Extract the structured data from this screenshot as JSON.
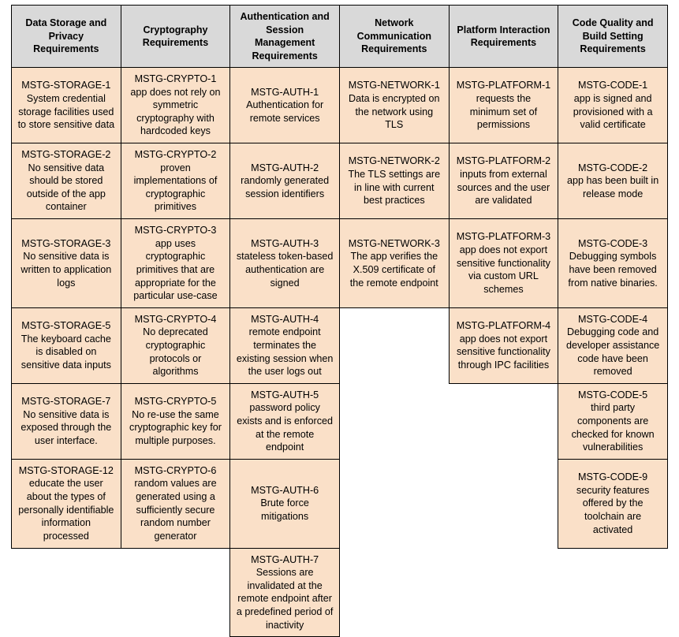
{
  "table": {
    "headers": [
      "Data Storage and Privacy Requirements",
      "Cryptography Requirements",
      "Authentication and Session Management Requirements",
      "Network Communication Requirements",
      "Platform Interaction Requirements",
      "Code Quality and Build Setting Requirements"
    ],
    "colors": {
      "header_background": "#d9d9d9",
      "cell_background": "#fae0c8",
      "border": "#000000",
      "text": "#000000",
      "page_background": "#ffffff"
    },
    "rows": [
      [
        {
          "id": "MSTG-STORAGE-1",
          "desc": "System credential storage facilities used to store sensitive data",
          "filled": true
        },
        {
          "id": "MSTG-CRYPTO-1",
          "desc": "app does not rely on symmetric cryptography with hardcoded keys",
          "filled": true
        },
        {
          "id": "MSTG-AUTH-1",
          "desc": "Authentication for remote services",
          "filled": true
        },
        {
          "id": "MSTG-NETWORK-1",
          "desc": "Data is encrypted on the network using TLS",
          "filled": true
        },
        {
          "id": "MSTG-PLATFORM-1",
          "desc": "requests the minimum set of permissions",
          "filled": true
        },
        {
          "id": "MSTG-CODE-1",
          "desc": "app is signed and provisioned with a valid certificate",
          "filled": true
        }
      ],
      [
        {
          "id": "MSTG-STORAGE-2",
          "desc": "No sensitive data should be stored outside of the app container",
          "filled": true
        },
        {
          "id": "MSTG-CRYPTO-2",
          "desc": "proven implementations of cryptographic primitives",
          "filled": true
        },
        {
          "id": "MSTG-AUTH-2",
          "desc": "randomly generated session identifiers",
          "filled": true
        },
        {
          "id": "MSTG-NETWORK-2",
          "desc": "The TLS settings are in line with current best practices",
          "filled": true
        },
        {
          "id": "MSTG-PLATFORM-2",
          "desc": "inputs from external sources and the user are validated",
          "filled": true
        },
        {
          "id": "MSTG-CODE-2",
          "desc": "app has been built in release mode",
          "filled": true
        }
      ],
      [
        {
          "id": "MSTG-STORAGE-3",
          "desc": "No sensitive data is written to application logs",
          "filled": true
        },
        {
          "id": "MSTG-CRYPTO-3",
          "desc": "app uses cryptographic primitives that are appropriate for the particular use-case",
          "filled": true
        },
        {
          "id": "MSTG-AUTH-3",
          "desc": "stateless token-based authentication are signed",
          "filled": true
        },
        {
          "id": "MSTG-NETWORK-3",
          "desc": "The app verifies the X.509 certificate of the remote endpoint",
          "filled": true
        },
        {
          "id": "MSTG-PLATFORM-3",
          "desc": "app does not export sensitive functionality via custom URL schemes",
          "filled": true
        },
        {
          "id": "MSTG-CODE-3",
          "desc": "Debugging symbols have been removed from native binaries.",
          "filled": true
        }
      ],
      [
        {
          "id": "MSTG-STORAGE-5",
          "desc": "The keyboard cache is disabled on sensitive data inputs",
          "filled": true
        },
        {
          "id": "MSTG-CRYPTO-4",
          "desc": "No deprecated cryptographic protocols or algorithms",
          "filled": true
        },
        {
          "id": "MSTG-AUTH-4",
          "desc": "remote endpoint terminates the existing session when the user logs out",
          "filled": true
        },
        {
          "id": "",
          "desc": "",
          "filled": false
        },
        {
          "id": "MSTG-PLATFORM-4",
          "desc": "app does not export sensitive functionality through IPC facilities",
          "filled": true
        },
        {
          "id": "MSTG-CODE-4",
          "desc": "Debugging code and developer assistance code have been removed",
          "filled": true
        }
      ],
      [
        {
          "id": "MSTG-STORAGE-7",
          "desc": "No sensitive data is exposed through the user interface.",
          "filled": true
        },
        {
          "id": "MSTG-CRYPTO-5",
          "desc": "No re-use the same cryptographic key for multiple purposes.",
          "filled": true
        },
        {
          "id": "MSTG-AUTH-5",
          "desc": "password policy exists and is enforced at the remote endpoint",
          "filled": true
        },
        {
          "id": "",
          "desc": "",
          "filled": false
        },
        {
          "id": "",
          "desc": "",
          "filled": false
        },
        {
          "id": "MSTG-CODE-5",
          "desc": "third party components are checked for known vulnerabilities",
          "filled": true
        }
      ],
      [
        {
          "id": "MSTG-STORAGE-12",
          "desc": "educate the user about the types of personally identifiable information processed",
          "filled": true
        },
        {
          "id": "MSTG-CRYPTO-6",
          "desc": "random values are generated using a sufficiently secure random number generator",
          "filled": true
        },
        {
          "id": "MSTG-AUTH-6",
          "desc": "Brute force mitigations",
          "filled": true
        },
        {
          "id": "",
          "desc": "",
          "filled": false
        },
        {
          "id": "",
          "desc": "",
          "filled": false
        },
        {
          "id": "MSTG-CODE-9",
          "desc": "security features offered by the toolchain are activated",
          "filled": true
        }
      ],
      [
        {
          "id": "",
          "desc": "",
          "filled": false
        },
        {
          "id": "",
          "desc": "",
          "filled": false
        },
        {
          "id": "MSTG-AUTH-7",
          "desc": "Sessions are invalidated at the remote endpoint after a predefined period of inactivity",
          "filled": true
        },
        {
          "id": "",
          "desc": "",
          "filled": false
        },
        {
          "id": "",
          "desc": "",
          "filled": false
        },
        {
          "id": "",
          "desc": "",
          "filled": false
        }
      ]
    ]
  }
}
